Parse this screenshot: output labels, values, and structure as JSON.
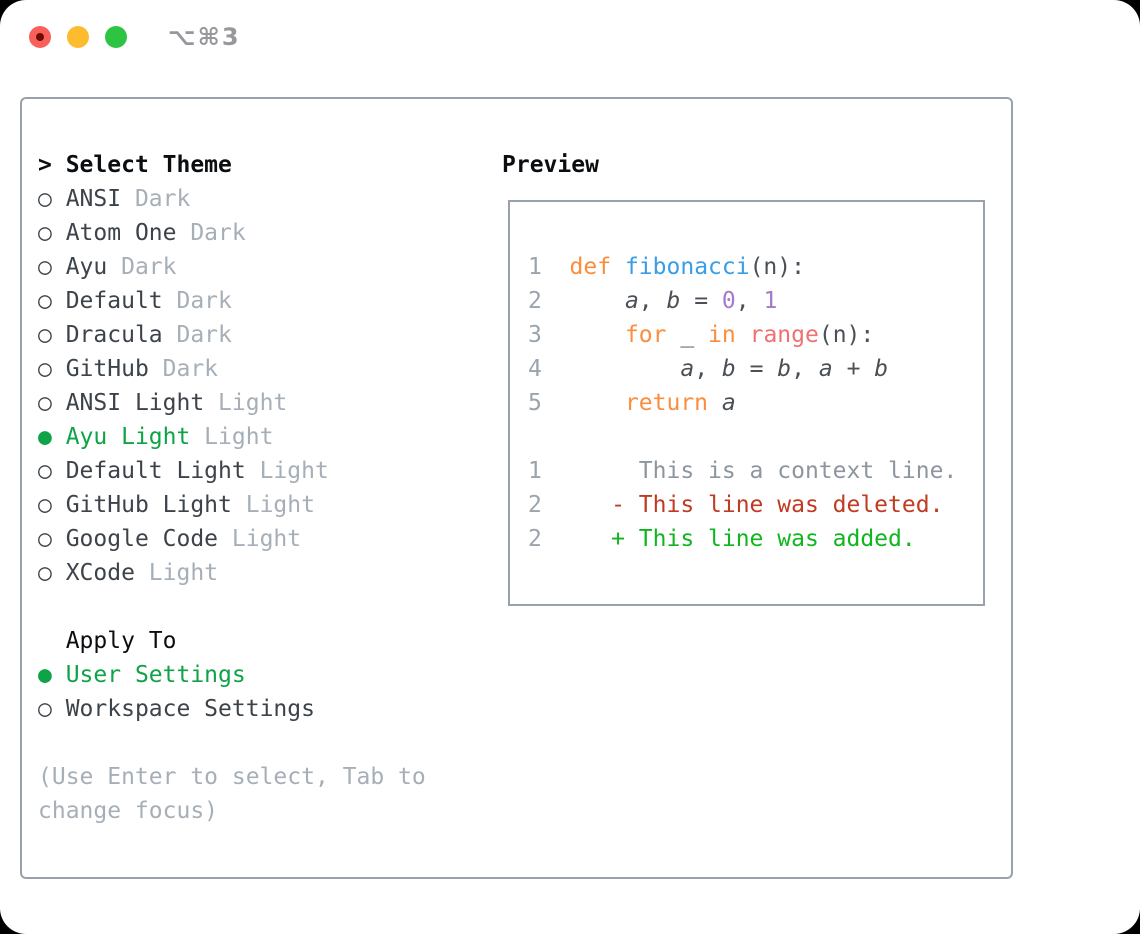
{
  "titlebar": {
    "title": "⌥⌘3"
  },
  "icons": {
    "prompt": ">",
    "radio_empty": "○",
    "radio_filled": "●"
  },
  "picker": {
    "title": "Select Theme",
    "themes": [
      {
        "name": "ANSI",
        "variant": "Dark",
        "selected": false
      },
      {
        "name": "Atom One",
        "variant": "Dark",
        "selected": false
      },
      {
        "name": "Ayu",
        "variant": "Dark",
        "selected": false
      },
      {
        "name": "Default",
        "variant": "Dark",
        "selected": false
      },
      {
        "name": "Dracula",
        "variant": "Dark",
        "selected": false
      },
      {
        "name": "GitHub",
        "variant": "Dark",
        "selected": false
      },
      {
        "name": "ANSI Light",
        "variant": "Light",
        "selected": false
      },
      {
        "name": "Ayu Light",
        "variant": "Light",
        "selected": true
      },
      {
        "name": "Default Light",
        "variant": "Light",
        "selected": false
      },
      {
        "name": "GitHub Light",
        "variant": "Light",
        "selected": false
      },
      {
        "name": "Google Code",
        "variant": "Light",
        "selected": false
      },
      {
        "name": "XCode",
        "variant": "Light",
        "selected": false
      }
    ],
    "apply_to": {
      "title": "Apply To",
      "options": [
        {
          "name": "User Settings",
          "selected": true
        },
        {
          "name": "Workspace Settings",
          "selected": false
        }
      ]
    },
    "hint_lines": [
      "(Use Enter to select, Tab to",
      "change focus)"
    ]
  },
  "preview": {
    "title": "Preview",
    "lines": [
      {
        "num": "1",
        "kind": "code",
        "tokens": [
          [
            "kw",
            "def"
          ],
          [
            "pl",
            " "
          ],
          [
            "fn",
            "fibonacci"
          ],
          [
            "pl",
            "(n):"
          ]
        ]
      },
      {
        "num": "2",
        "kind": "code",
        "tokens": [
          [
            "pl",
            "    "
          ],
          [
            "var",
            "a"
          ],
          [
            "pl",
            ", "
          ],
          [
            "var",
            "b"
          ],
          [
            "pl",
            " = "
          ],
          [
            "num",
            "0"
          ],
          [
            "pl",
            ", "
          ],
          [
            "num",
            "1"
          ]
        ]
      },
      {
        "num": "3",
        "kind": "code",
        "tokens": [
          [
            "pl",
            "    "
          ],
          [
            "kw",
            "for"
          ],
          [
            "pl",
            " _ "
          ],
          [
            "kw",
            "in"
          ],
          [
            "pl",
            " "
          ],
          [
            "bi",
            "range"
          ],
          [
            "pl",
            "(n):"
          ]
        ]
      },
      {
        "num": "4",
        "kind": "code",
        "tokens": [
          [
            "pl",
            "        "
          ],
          [
            "var",
            "a"
          ],
          [
            "pl",
            ", "
          ],
          [
            "var",
            "b"
          ],
          [
            "pl",
            " = "
          ],
          [
            "var",
            "b"
          ],
          [
            "pl",
            ", "
          ],
          [
            "var",
            "a"
          ],
          [
            "pl",
            " + "
          ],
          [
            "var",
            "b"
          ]
        ]
      },
      {
        "num": "5",
        "kind": "code",
        "tokens": [
          [
            "pl",
            "    "
          ],
          [
            "kw",
            "return"
          ],
          [
            "pl",
            " "
          ],
          [
            "var",
            "a"
          ]
        ]
      },
      {
        "num": "",
        "kind": "blank",
        "tokens": []
      },
      {
        "num": "1",
        "kind": "context",
        "tokens": [
          [
            "ctx",
            "     This is a context line."
          ]
        ]
      },
      {
        "num": "2",
        "kind": "deleted",
        "tokens": [
          [
            "del",
            "   - This line was deleted."
          ]
        ]
      },
      {
        "num": "2",
        "kind": "added",
        "tokens": [
          [
            "add",
            "   + This line was added."
          ]
        ]
      }
    ]
  },
  "colors": {
    "selection_green": "#0ea347",
    "diff_added_green": "#10b61d",
    "diff_deleted_red": "#c13a22",
    "keyword_orange": "#fa8d3e",
    "function_blue": "#399ee6",
    "number_purple": "#a37acc",
    "builtin_coral": "#f07171",
    "code_text": "#4a5056",
    "list_text": "#3d434a",
    "muted_gray": "#a6afb8",
    "border_gray": "#99a2ac",
    "traffic_red": "#f9605a",
    "traffic_yellow": "#fdbc2e",
    "traffic_green": "#2ec443"
  }
}
